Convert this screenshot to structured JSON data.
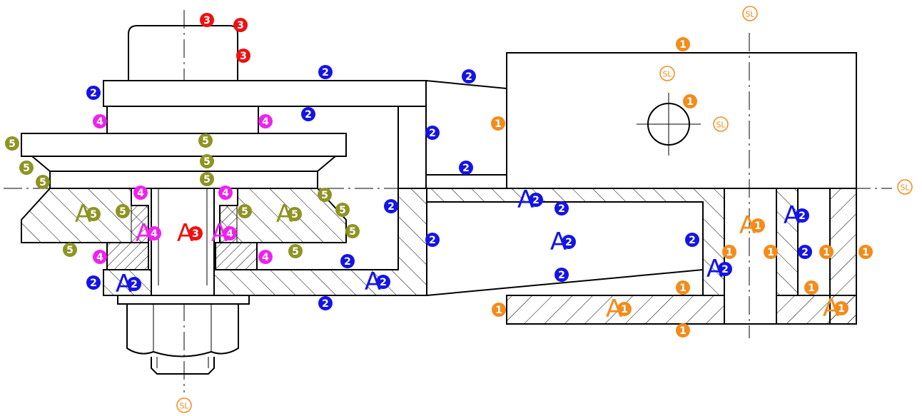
{
  "colors": {
    "c1": "#f28c1c",
    "c2": "#1414e6",
    "c3": "#ee1111",
    "c4": "#ee22ee",
    "c5": "#8e9422",
    "sl": "#f28c1c",
    "line": "#000000"
  },
  "labels": {
    "l1": "1",
    "l2": "2",
    "l3": "3",
    "l4": "4",
    "l5": "5",
    "a1": "A",
    "a2": "A",
    "a3": "A",
    "a4": "A",
    "a5": "A",
    "sl": "SL"
  }
}
